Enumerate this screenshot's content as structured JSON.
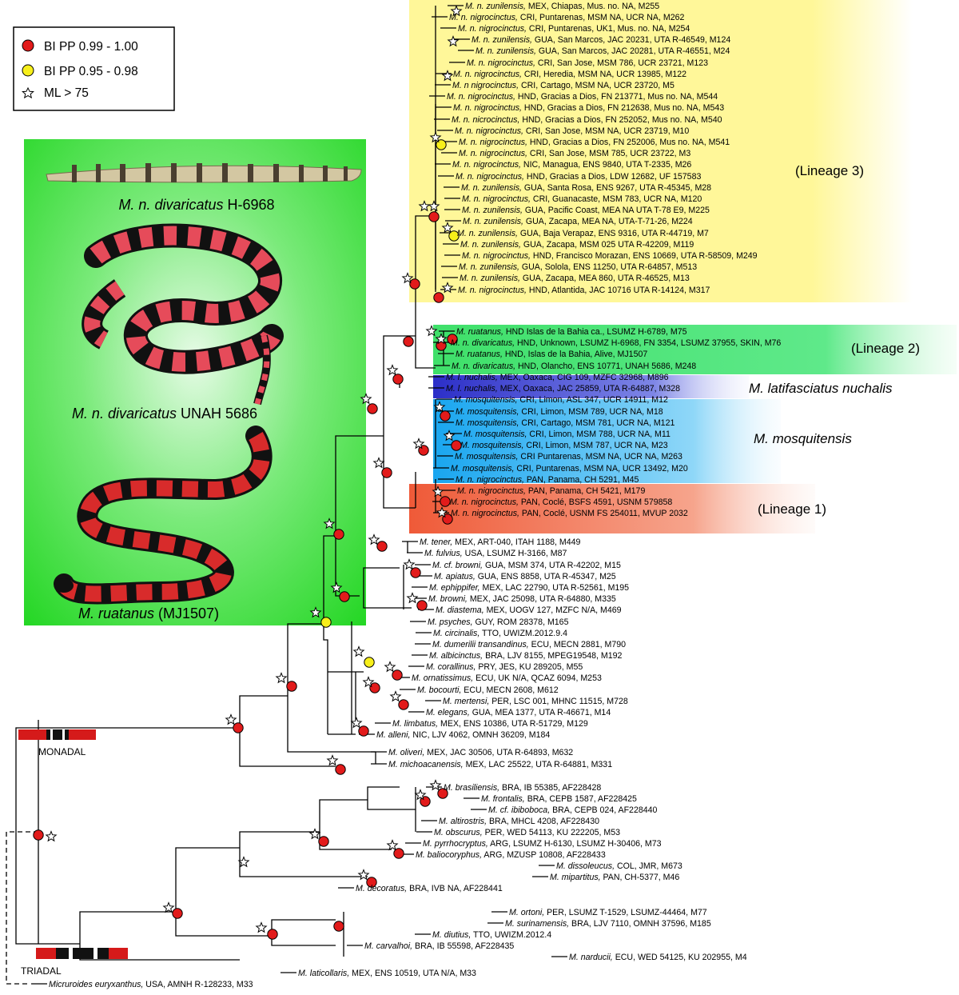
{
  "legend": {
    "bi_high": "BI PP 0.99 - 1.00",
    "bi_mid": "BI PP 0.95 - 0.98",
    "ml": "ML > 75"
  },
  "colors": {
    "lineage3": "#fff799",
    "lineage2": "#3fe06a",
    "nuchalis": "#4d5ad8",
    "mosquitensis": "#29b4f2",
    "lineage1": "#f06a4a",
    "photo_panel": "#2fdc2f",
    "node_red": "#e21b1b",
    "node_yellow": "#f7ef1a"
  },
  "photos": {
    "caption1_species": "M. n. divaricatus",
    "caption1_id": "H-6968",
    "caption2_species": "M. n. divaricatus",
    "caption2_id": "UNAH 5686",
    "caption3_species": "M. ruatanus",
    "caption3_id": "(MJ1507)"
  },
  "clades": {
    "lineage3": "(Lineage 3)",
    "lineage2": "(Lineage 2)",
    "nuchalis": "M. latifasciatus nuchalis",
    "mosquitensis": "M. mosquitensis",
    "lineage1": "(Lineage 1)"
  },
  "patterns": {
    "monadal": "MONADAL",
    "triadal": "TRIADAL"
  },
  "taxa": [
    {
      "sp": "M. n. zunilensis,",
      "rest": " MEX, Chiapas, Mus. no. NA, M255"
    },
    {
      "sp": "M. n. nigrocinctus,",
      "rest": " CRI, Puntarenas, MSM NA, UCR NA, M262"
    },
    {
      "sp": "M. n. nigrocinctus,",
      "rest": " CRI, Puntarenas, UK1, Mus. no. NA, M254"
    },
    {
      "sp": "M. n. zunilensis,",
      "rest": " GUA, San Marcos, JAC 20231, UTA R-46549, M124"
    },
    {
      "sp": "M. n. zunilensis,",
      "rest": " GUA, San Marcos, JAC 20281, UTA R-46551, M24"
    },
    {
      "sp": "M. n. nigrocinctus,",
      "rest": " CRI, San Jose, MSM 786, UCR 23721, M123"
    },
    {
      "sp": "M. n. nigrocinctus,",
      "rest": " CRI, Heredia, MSM NA, UCR 13985, M122"
    },
    {
      "sp": "M. n nigrocinctus,",
      "rest": " CRI, Cartago, MSM NA, UCR 23720, M5"
    },
    {
      "sp": "M. n. nigrocinctus,",
      "rest": " HND, Gracias a Dios, FN 213771, Mus no. NA, M544"
    },
    {
      "sp": "M. n. nigrocinctus,",
      "rest": " HND, Gracias a Dios, FN 212638, Mus no. NA, M543"
    },
    {
      "sp": "M. n. nicrocinctus,",
      "rest": " HND, Gracias a Dios, FN 252052, Mus no. NA, M540"
    },
    {
      "sp": "M. n. nigrocinctus,",
      "rest": " CRI, San Jose, MSM NA, UCR 23719, M10"
    },
    {
      "sp": "M. n. nigrocinctus,",
      "rest": " HND, Gracias a Dios, FN 252006, Mus no. NA, M541"
    },
    {
      "sp": "M. n. nigrocinctus,",
      "rest": " CRI, San Jose, MSM 785, UCR 23722, M3"
    },
    {
      "sp": "M. n. nigrocinctus,",
      "rest": " NIC, Managua, ENS 9840, UTA T-2335, M26"
    },
    {
      "sp": "M. n. nigrocinctus,",
      "rest": " HND, Gracias a Dios, LDW 12682, UF 157583"
    },
    {
      "sp": "M. n. zunilensis,",
      "rest": " GUA, Santa Rosa, ENS 9267, UTA R-45345, M28"
    },
    {
      "sp": "M. n. nigrocinctus,",
      "rest": " CRI, Guanacaste, MSM 783, UCR NA, M120"
    },
    {
      "sp": "M. n. zunilensis,",
      "rest": " GUA, Pacific Coast, MEA NA UTA T-78 E9, M225"
    },
    {
      "sp": "M. n. zunilensis,",
      "rest": " GUA, Zacapa, MEA NA, UTA-T-71-26, M224"
    },
    {
      "sp": "M. n. zunilensis,",
      "rest": " GUA, Baja Verapaz, ENS 9316, UTA R-44719, M7"
    },
    {
      "sp": "M. n. zunilensis,",
      "rest": " GUA, Zacapa, MSM 025 UTA R-42209, M119"
    },
    {
      "sp": "M. n. nigrocinctus,",
      "rest": " HND, Francisco Morazan, ENS 10669, UTA R-58509, M249"
    },
    {
      "sp": "M. n. zunilensis,",
      "rest": " GUA, Solola, ENS 11250, UTA R-64857, M513"
    },
    {
      "sp": "M. n. zunilensis,",
      "rest": " GUA, Zacapa, MEA 860, UTA R-46525, M13"
    },
    {
      "sp": "M. n. nigrocinctus,",
      "rest": " HND, Atlantida, JAC 10716 UTA R-14124, M317"
    },
    {
      "sp": "M. ruatanus,",
      "rest": " HND Islas de la Bahia ca., LSUMZ H-6789, M75"
    },
    {
      "sp": "M. n. divaricatus,",
      "rest": " HND, Unknown, LSUMZ H-6968, FN 3354, LSUMZ 37955, SKIN, M76"
    },
    {
      "sp": "M. ruatanus,",
      "rest": " HND, Islas de la Bahia, Alive, MJ1507"
    },
    {
      "sp": "M. n. divaricatus,",
      "rest": " HND, Olancho, ENS 10771, UNAH 5686, M248"
    },
    {
      "sp": "M. l. nuchalis,",
      "rest": " MEX, Oaxaca, CIG 109, MZFC 32968, M896"
    },
    {
      "sp": "M. l. nuchalis,",
      "rest": " MEX, Oaxaca, JAC 25859, UTA R-64887, M328"
    },
    {
      "sp": "M. mosquitensis,",
      "rest": " CRI, Limon, ASL 347, UCR 14911, M12"
    },
    {
      "sp": "M. mosquitensis,",
      "rest": " CRI, Limon, MSM 789, UCR NA, M18"
    },
    {
      "sp": "M. mosquitensis,",
      "rest": " CRI, Cartago, MSM 781, UCR NA, M121"
    },
    {
      "sp": "M. mosquitensis,",
      "rest": " CRI, Limon, MSM 788, UCR NA, M11"
    },
    {
      "sp": "M. mosquitensis,",
      "rest": " CRI, Limon, MSM 787, UCR NA, M23"
    },
    {
      "sp": "M. mosquitensis,",
      "rest": " CRI Puntarenas, MSM NA, UCR NA, M263"
    },
    {
      "sp": "M. mosquitensis,",
      "rest": " CRI, Puntarenas, MSM NA, UCR 13492, M20"
    },
    {
      "sp": "M. n. nigrocinctus,",
      "rest": " PAN, Panama, CH 5291, M45"
    },
    {
      "sp": "M. n. nigrocinctus,",
      "rest": " PAN, Panama, CH 5421, M179"
    },
    {
      "sp": "M. n. nigrocinctus,",
      "rest": " PAN, Coclé, BSFS 4591, USNM 579858"
    },
    {
      "sp": "M. n. nigrocinctus,",
      "rest": " PAN, Coclé, USNM FS 254011, MVUP 2032"
    },
    {
      "sp": "M. tener,",
      "rest": " MEX, ART-040, ITAH 1188, M449"
    },
    {
      "sp": "M. fulvius,",
      "rest": " USA, LSUMZ H-3166, M87"
    },
    {
      "sp": "M. cf. browni,",
      "rest": " GUA, MSM 374, UTA R-42202, M15"
    },
    {
      "sp": "M. apiatus,",
      "rest": " GUA, ENS 8858, UTA R-45347, M25"
    },
    {
      "sp": "M. ephippifer,",
      "rest": " MEX, LAC 22790, UTA R-52561, M195"
    },
    {
      "sp": "M. browni,",
      "rest": " MEX, JAC 25098, UTA R-64880, M335"
    },
    {
      "sp": "M. diastema,",
      "rest": " MEX, UOGV 127, MZFC N/A, M469"
    },
    {
      "sp": "M. psyches,",
      "rest": " GUY, ROM 28378, M165"
    },
    {
      "sp": "M. circinalis,",
      "rest": " TTO, UWIZM.2012.9.4"
    },
    {
      "sp": "M. dumerilii transandinus,",
      "rest": " ECU, MECN 2881, M790"
    },
    {
      "sp": "M. albicinctus,",
      "rest": " BRA, LJV 8155, MPEG19548, M192"
    },
    {
      "sp": "M. corallinus,",
      "rest": " PRY, JES, KU 289205, M55"
    },
    {
      "sp": "M. ornatissimus,",
      "rest": " ECU, UK N/A, QCAZ 6094, M253"
    },
    {
      "sp": "M. bocourti,",
      "rest": " ECU, MECN 2608, M612"
    },
    {
      "sp": "M. mertensi,",
      "rest": " PER, LSC 001, MHNC 11515, M728"
    },
    {
      "sp": "M. elegans,",
      "rest": " GUA, MEA 1377, UTA R-46671, M14"
    },
    {
      "sp": "M. limbatus,",
      "rest": " MEX, ENS 10386, UTA R-51729, M129"
    },
    {
      "sp": "M. alleni,",
      "rest": " NIC, LJV 4062, OMNH 36209, M184"
    },
    {
      "sp": "M. oliveri,",
      "rest": " MEX, JAC 30506, UTA R-64893, M632"
    },
    {
      "sp": "M. michoacanensis,",
      "rest": " MEX, LAC 25522, UTA R-64881, M331"
    },
    {
      "sp": "M. brasiliensis,",
      "rest": " BRA, IB 55385, AF228428"
    },
    {
      "sp": "M. frontalis,",
      "rest": " BRA, CEPB 1587, AF228425"
    },
    {
      "sp": "M. cf. ibiboboca,",
      "rest": " BRA, CEPB 024, AF228440"
    },
    {
      "sp": "M. altirostris,",
      "rest": " BRA, MHCL 4208, AF228430"
    },
    {
      "sp": "M. obscurus,",
      "rest": " PER, WED 54113, KU 222205, M53"
    },
    {
      "sp": "M. pyrrhocryptus,",
      "rest": " ARG, LSUMZ H-6130, LSUMZ H-30406, M73"
    },
    {
      "sp": "M. baliocoryphus,",
      "rest": " ARG, MZUSP 10808, AF228433"
    },
    {
      "sp": "M. dissoleucus,",
      "rest": " COL, JMR, M673"
    },
    {
      "sp": "M. mipartitus,",
      "rest": " PAN, CH-5377, M46"
    },
    {
      "sp": "M. decoratus,",
      "rest": " BRA, IVB NA, AF228441"
    },
    {
      "sp": "M. ortoni,",
      "rest": " PER, LSUMZ T-1529, LSUMZ-44464, M77"
    },
    {
      "sp": "M. surinamensis,",
      "rest": " BRA, LJV 7110, OMNH 37596, M185"
    },
    {
      "sp": "M. diutius,",
      "rest": " TTO, UWIZM.2012.4"
    },
    {
      "sp": "M. carvalhoi,",
      "rest": " BRA, IB 55598, AF228435"
    },
    {
      "sp": "M. narducii,",
      "rest": " ECU, WED 54125, KU 202955, M4"
    },
    {
      "sp": "M. laticollaris,",
      "rest": " MEX, ENS 10519,  UTA N/A, M33"
    },
    {
      "sp": "Micruroides euryxanthus,",
      "rest": " USA, AMNH R-128233, M33"
    }
  ]
}
